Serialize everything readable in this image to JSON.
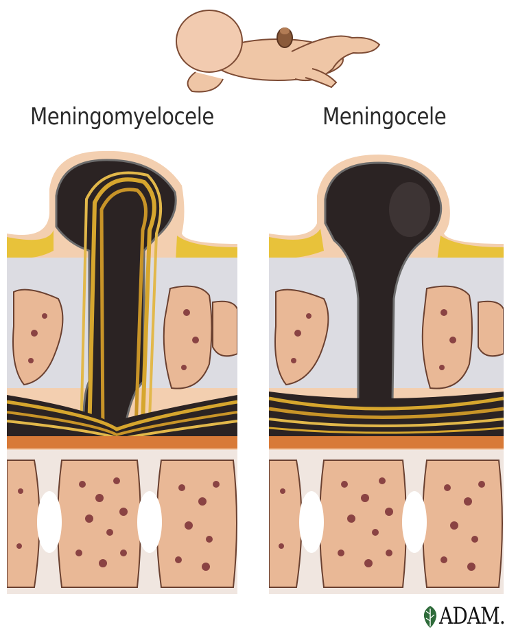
{
  "figure": {
    "labels": {
      "left": "Meningomyelocele",
      "right": "Meningocele"
    },
    "publisher": "ADAM."
  },
  "colors": {
    "skin": "#f0c8a2",
    "fat": "#e8c23a",
    "sac": "#2b2323",
    "nerve": "#d6a62e",
    "bone": "#e9b896",
    "marrow": "#7a2f35",
    "disc": "#f6eeee",
    "muscle": "#d9d9df"
  }
}
